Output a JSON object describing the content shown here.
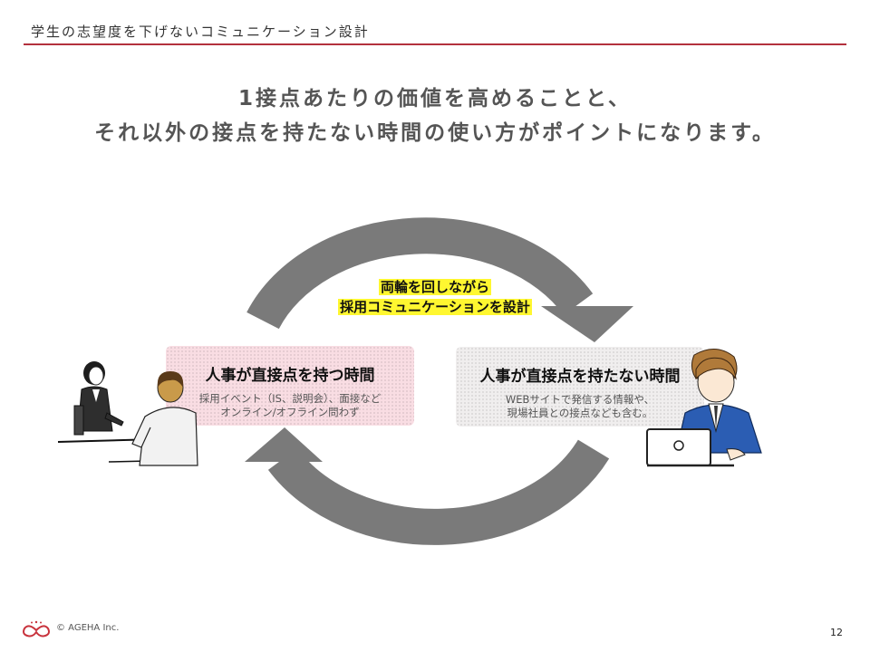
{
  "header": {
    "title": "学生の志望度を下げないコミュニケーション設計",
    "rule_color": "#b3313d"
  },
  "headline": {
    "line1": "1接点あたりの価値を高めることと、",
    "line2": "それ以外の接点を持たない時間の使い方がポイントになります。"
  },
  "cycle": {
    "label_line1": "両輪を回しながら",
    "label_line2": "採用コミュニケーションを設計",
    "highlight_color": "#fff730",
    "arrow_color": "#7a7a7a"
  },
  "left_box": {
    "title": "人事が直接点を持つ時間",
    "desc_line1": "採用イベント（IS、説明会）、面接など",
    "desc_line2": "オンライン/オフライン問わず",
    "color": "#f9dde3"
  },
  "right_box": {
    "title": "人事が直接点を持たない時間",
    "desc_line1": "WEBサイトで発信する情報や、",
    "desc_line2": "現場社員との接点なども含む。",
    "color": "#f0eeee"
  },
  "illustrations": {
    "left": "interview-meeting-illustration",
    "right": "businessman-laptop-illustration"
  },
  "footer": {
    "logo": "ageha-logo",
    "copyright": "© AGEHA Inc.",
    "page_number": "12"
  }
}
